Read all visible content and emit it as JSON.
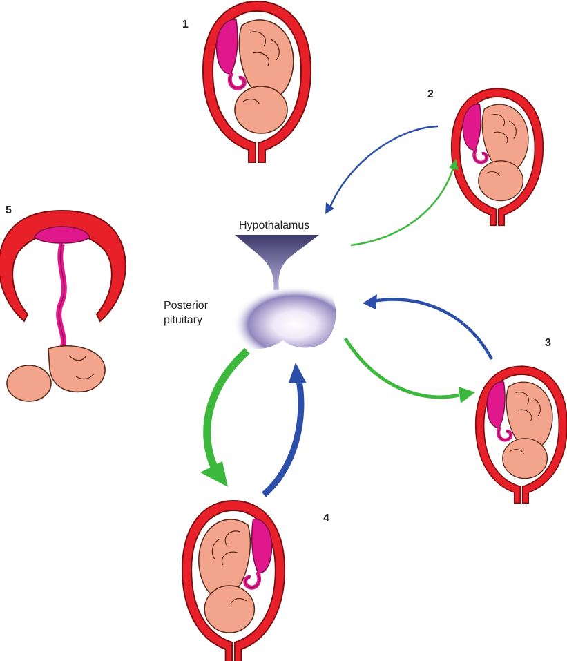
{
  "labels": {
    "hypothalamus": "Hypothalamus",
    "posterior_line1": "Posterior",
    "posterior_line2": "pituitary"
  },
  "stages": [
    {
      "number": "1"
    },
    {
      "number": "2"
    },
    {
      "number": "3"
    },
    {
      "number": "4"
    },
    {
      "number": "5"
    }
  ],
  "colors": {
    "uterus": "#e8202a",
    "placenta": "#e0188c",
    "fetus_skin": "#f2a58c",
    "signal_to_brain": "#2b4fa8",
    "oxytocin_release": "#3cb83c",
    "gland": "#7a6ea8"
  }
}
